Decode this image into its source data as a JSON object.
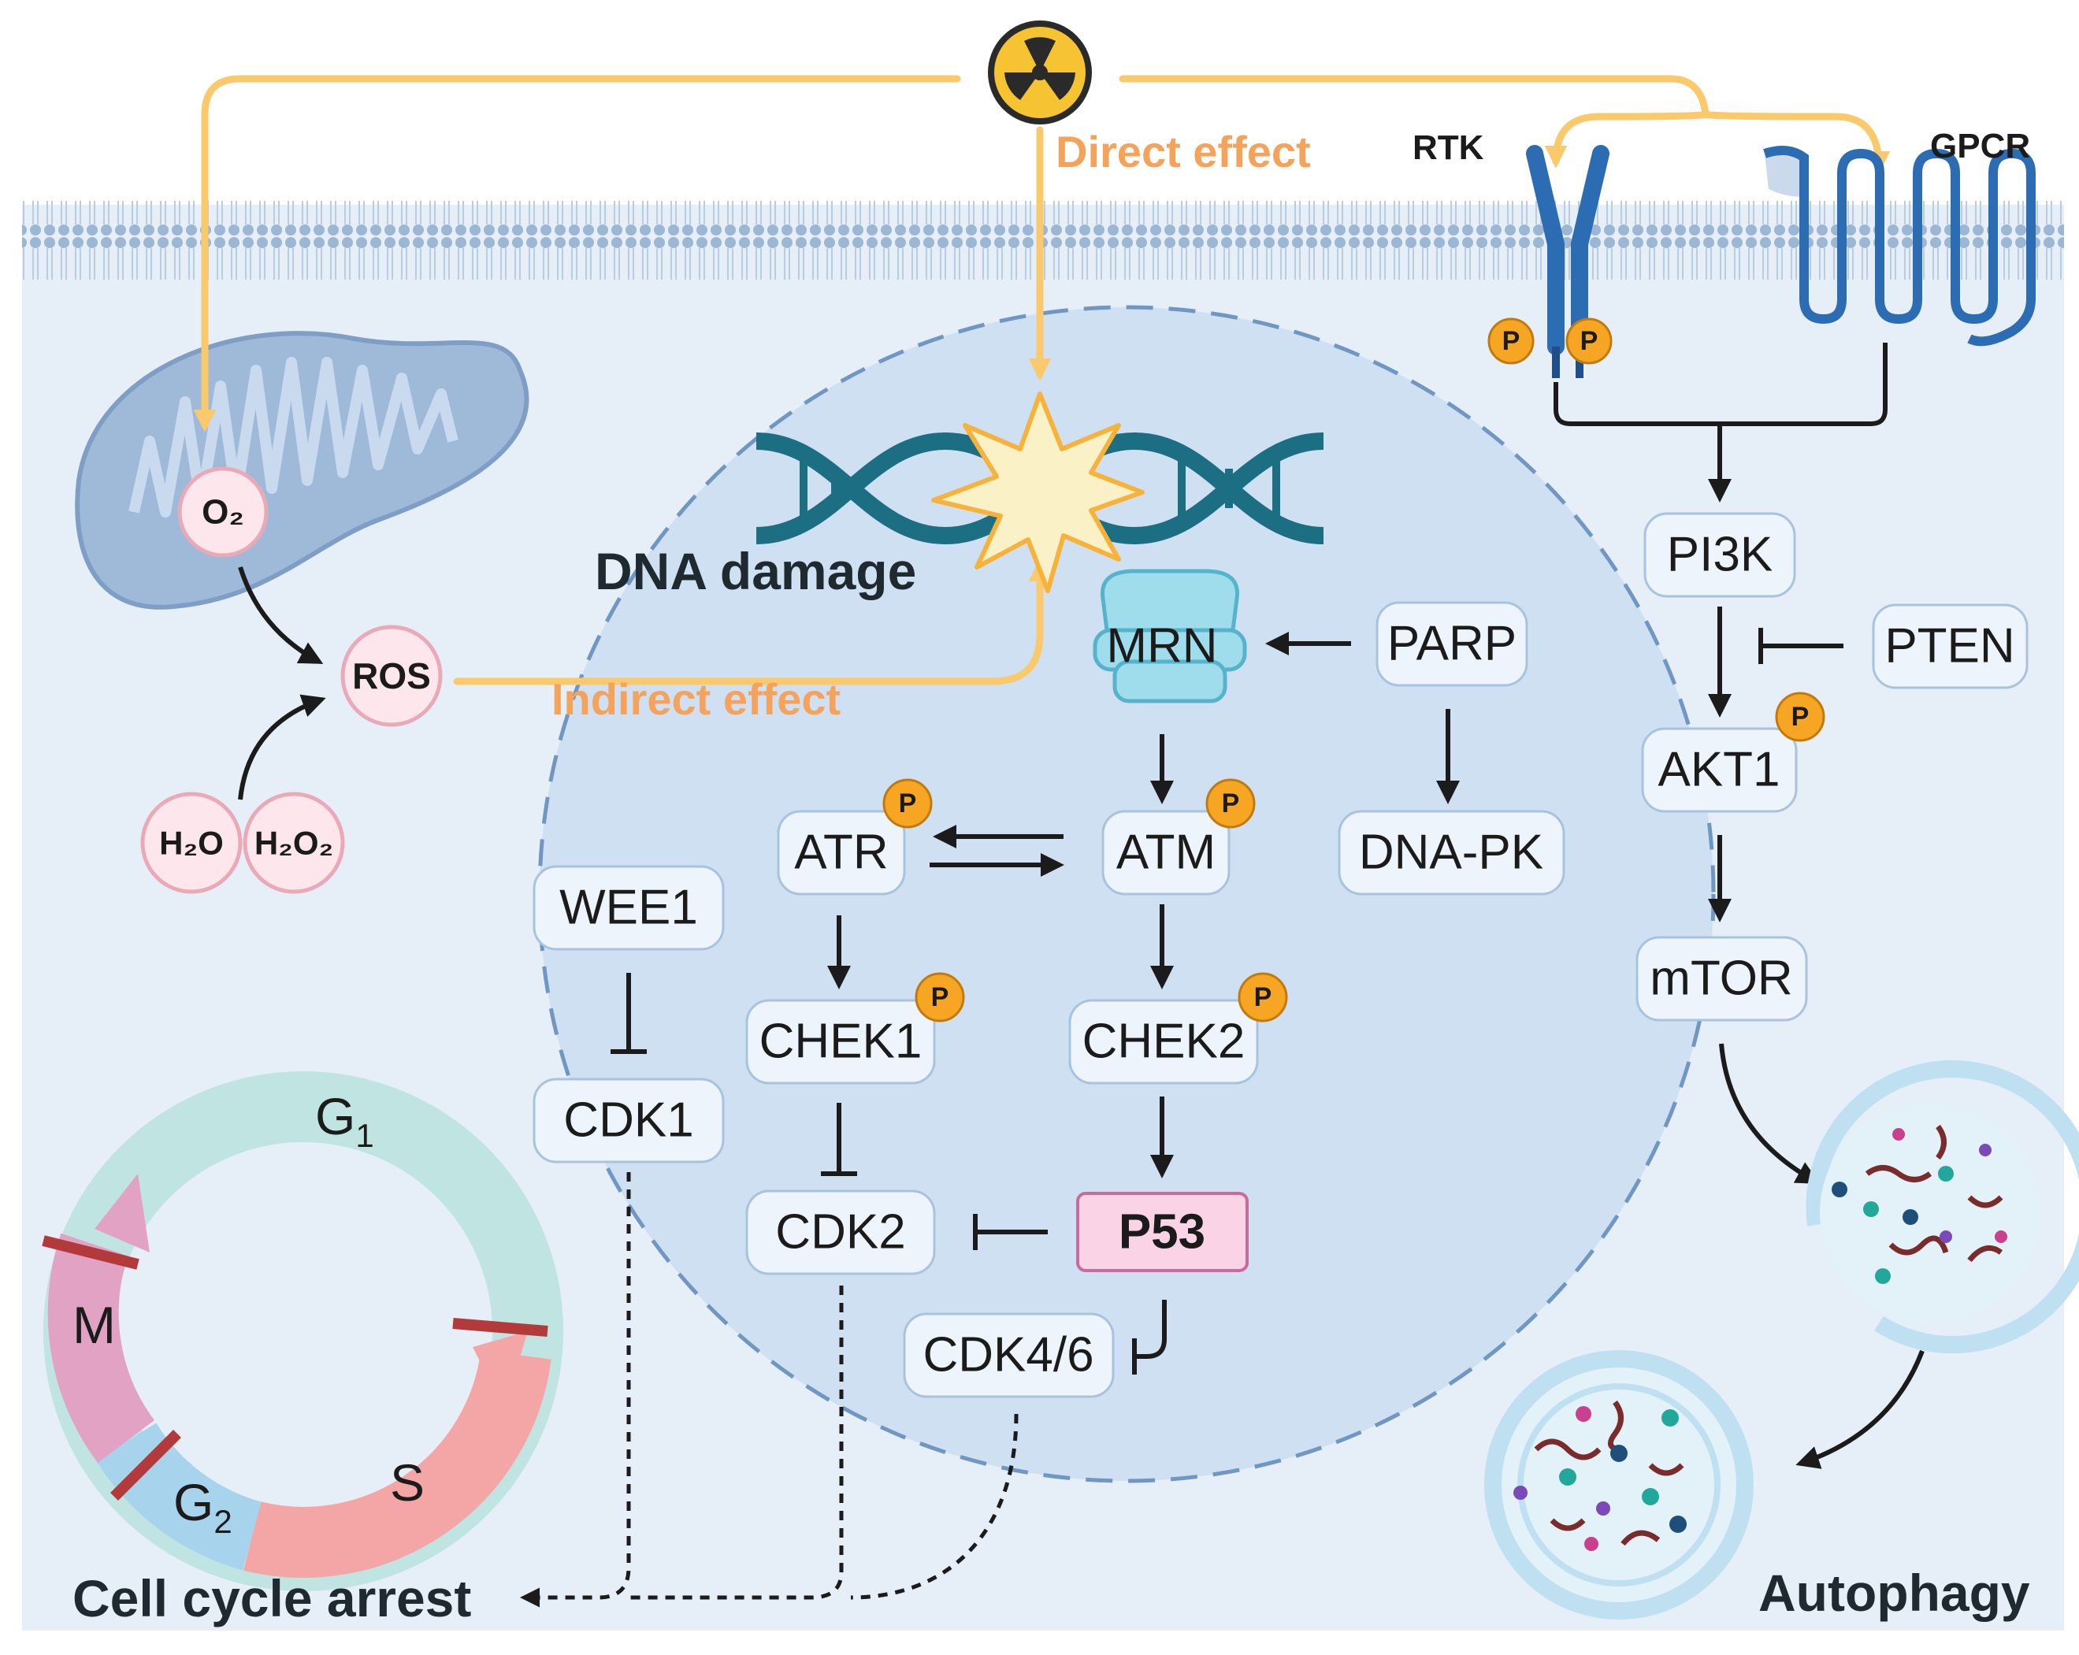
{
  "labels": {
    "direct_effect": "Direct effect",
    "indirect_effect": "Indirect effect",
    "dna_damage": "DNA damage",
    "cell_cycle_arrest": "Cell cycle arrest",
    "autophagy": "Autophagy",
    "rtk": "RTK",
    "gpcr": "GPCR",
    "phospho": "P"
  },
  "molecules": {
    "o2": "O₂",
    "ros": "ROS",
    "h2o": "H₂O",
    "h2o2": "H₂O₂"
  },
  "nodes": {
    "mrn": "MRN",
    "parp": "PARP",
    "atr": "ATR",
    "atm": "ATM",
    "dnapk": "DNA-PK",
    "wee1": "WEE1",
    "chek1": "CHEK1",
    "chek2": "CHEK2",
    "cdk1": "CDK1",
    "cdk2": "CDK2",
    "p53": "P53",
    "cdk46": "CDK4/6",
    "pi3k": "PI3K",
    "pten": "PTEN",
    "akt1": "AKT1",
    "mtor": "mTOR"
  },
  "cell_cycle": {
    "g1": "G",
    "g1_sub": "1",
    "s": "S",
    "g2": "G",
    "g2_sub": "2",
    "m": "M"
  },
  "colors": {
    "radiation_arrow": "#f9c96b",
    "effect_label": "#f5a25a",
    "p53_fill": "#fbd3e6",
    "phospho_badge": "#f6a623",
    "receptor": "#2b6cb3",
    "nucleus": "#cfe0f2",
    "cytoplasm": "#e6eef8"
  }
}
